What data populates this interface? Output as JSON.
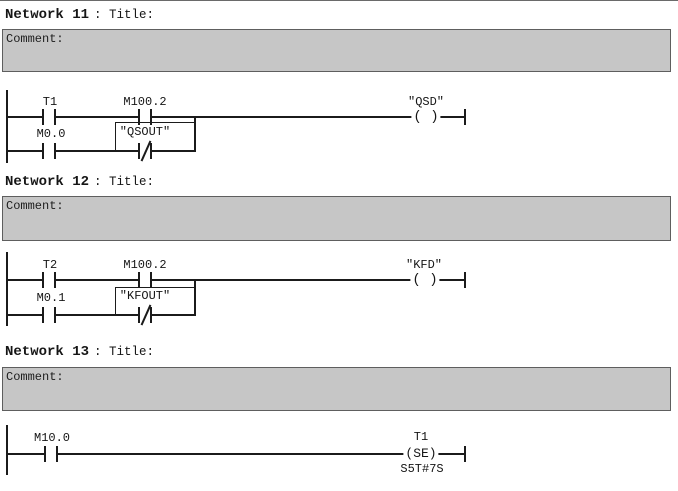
{
  "app": "LAD ladder logic editor",
  "colors": {
    "page_bg": "#ffffff",
    "line": "#1b1b1b",
    "comment_bg": "#c6c6c6",
    "comment_border": "#5e5e5e",
    "text": "#161616"
  },
  "networks": [
    {
      "name": "Network 11",
      "title_suffix": ": Title:",
      "comment_label": "Comment:",
      "rung": {
        "top_contacts": [
          {
            "label": "T1",
            "type": "NO"
          },
          {
            "label": "M100.2",
            "type": "NO"
          }
        ],
        "bottom_contacts": [
          {
            "label": "M0.0",
            "type": "NO"
          },
          {
            "label": "\"QSOUT\"",
            "type": "NC",
            "boxed": true
          }
        ],
        "coil": {
          "label": "\"QSD\"",
          "symbol": "( )",
          "type": "output-coil"
        }
      }
    },
    {
      "name": "Network 12",
      "title_suffix": ": Title:",
      "comment_label": "Comment:",
      "rung": {
        "top_contacts": [
          {
            "label": "T2",
            "type": "NO"
          },
          {
            "label": "M100.2",
            "type": "NO"
          }
        ],
        "bottom_contacts": [
          {
            "label": "M0.1",
            "type": "NO"
          },
          {
            "label": "\"KFOUT\"",
            "type": "NC",
            "boxed": true
          }
        ],
        "coil": {
          "label": "\"KFD\"",
          "symbol": "( )",
          "type": "output-coil"
        }
      }
    },
    {
      "name": "Network 13",
      "title_suffix": ": Title:",
      "comment_label": "Comment:",
      "rung": {
        "contacts": [
          {
            "label": "M10.0",
            "type": "NO"
          }
        ],
        "coil": {
          "label": "T1",
          "symbol": "(SE)",
          "param": "S5T#7S",
          "type": "extended-pulse-timer-coil"
        }
      }
    }
  ]
}
